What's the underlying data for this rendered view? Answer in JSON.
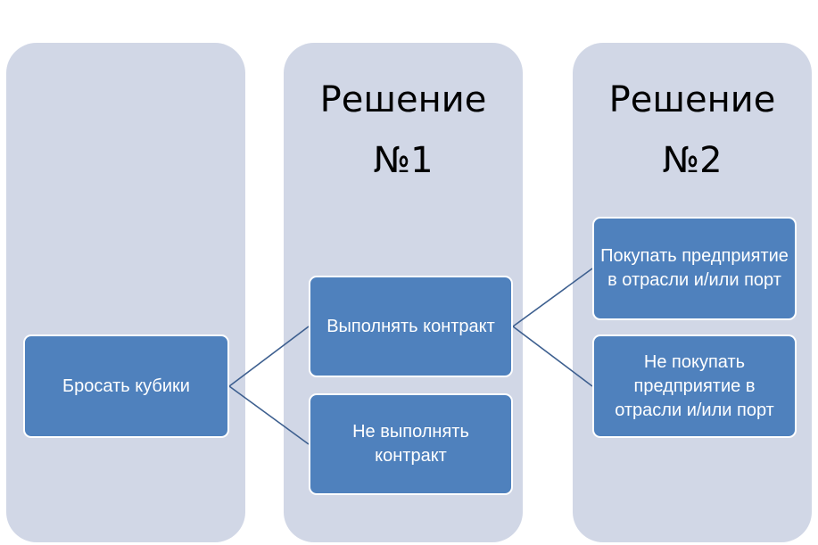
{
  "columns": [
    {
      "title": ""
    },
    {
      "title": "Решение\n№1"
    },
    {
      "title": "Решение\n№2"
    }
  ],
  "nodes": {
    "roll_dice": "Бросать кубики",
    "fulfill_contract": "Выполнять контракт",
    "not_fulfill_contract": "Не выполнять контракт",
    "buy_enterprise": "Покупать предприятие в отрасли и/или порт",
    "not_buy_enterprise": "Не покупать предприятие в отрасли и/или порт"
  },
  "colors": {
    "column_bg": "#d1d7e6",
    "node_bg": "#4f81bd",
    "node_text": "#ffffff",
    "connector": "#3d5f8f"
  }
}
